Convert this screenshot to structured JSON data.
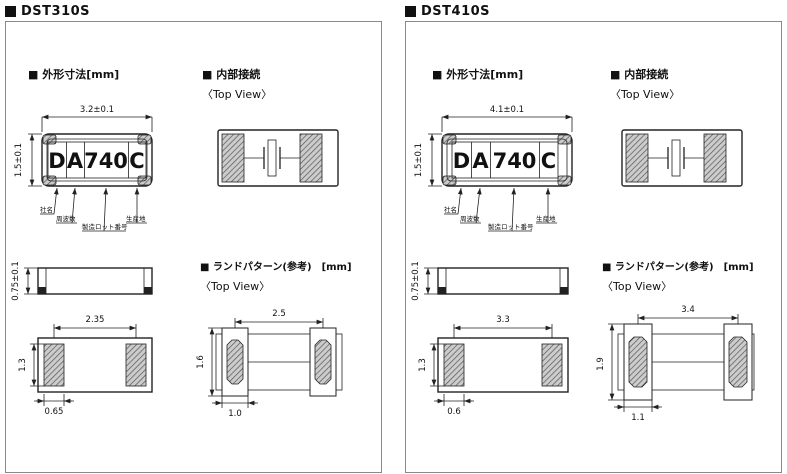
{
  "panels": [
    {
      "title": "DST310S",
      "outline_heading": "■ 外形寸法[mm]",
      "internal_heading": "■ 内部接続",
      "internal_topview": "〈Top View〉",
      "land_heading": "■ ランドパターン(参考)　[mm]",
      "land_topview": "〈Top View〉",
      "marking": {
        "m1": "D",
        "m2": "A",
        "m3": "740",
        "m4": "C"
      },
      "marking_labels": {
        "l1": "社名",
        "l2": "周波数",
        "l3": "製造ロット番号",
        "l4": "生産地"
      },
      "dims": {
        "body_width": "3.2±0.1",
        "body_height": "1.5±0.1",
        "body_thickness": "0.75±0.1",
        "pad_pitch": "2.35",
        "pad_height": "1.3",
        "pad_width": "0.65",
        "land_pitch": "2.5",
        "land_height": "1.6",
        "land_width": "1.0"
      }
    },
    {
      "title": "DST410S",
      "outline_heading": "■ 外形寸法[mm]",
      "internal_heading": "■ 内部接続",
      "internal_topview": "〈Top View〉",
      "land_heading": "■ ランドパターン(参考)　[mm]",
      "land_topview": "〈Top View〉",
      "marking": {
        "m1": "D",
        "m2": "A",
        "m3": "740",
        "m4": "C"
      },
      "marking_labels": {
        "l1": "社名",
        "l2": "周波数",
        "l3": "製造ロット番号",
        "l4": "生産地"
      },
      "dims": {
        "body_width": "4.1±0.1",
        "body_height": "1.5±0.1",
        "body_thickness": "0.75±0.1",
        "pad_pitch": "3.3",
        "pad_height": "1.3",
        "pad_width": "0.6",
        "land_pitch": "3.4",
        "land_height": "1.9",
        "land_width": "1.1"
      }
    }
  ]
}
